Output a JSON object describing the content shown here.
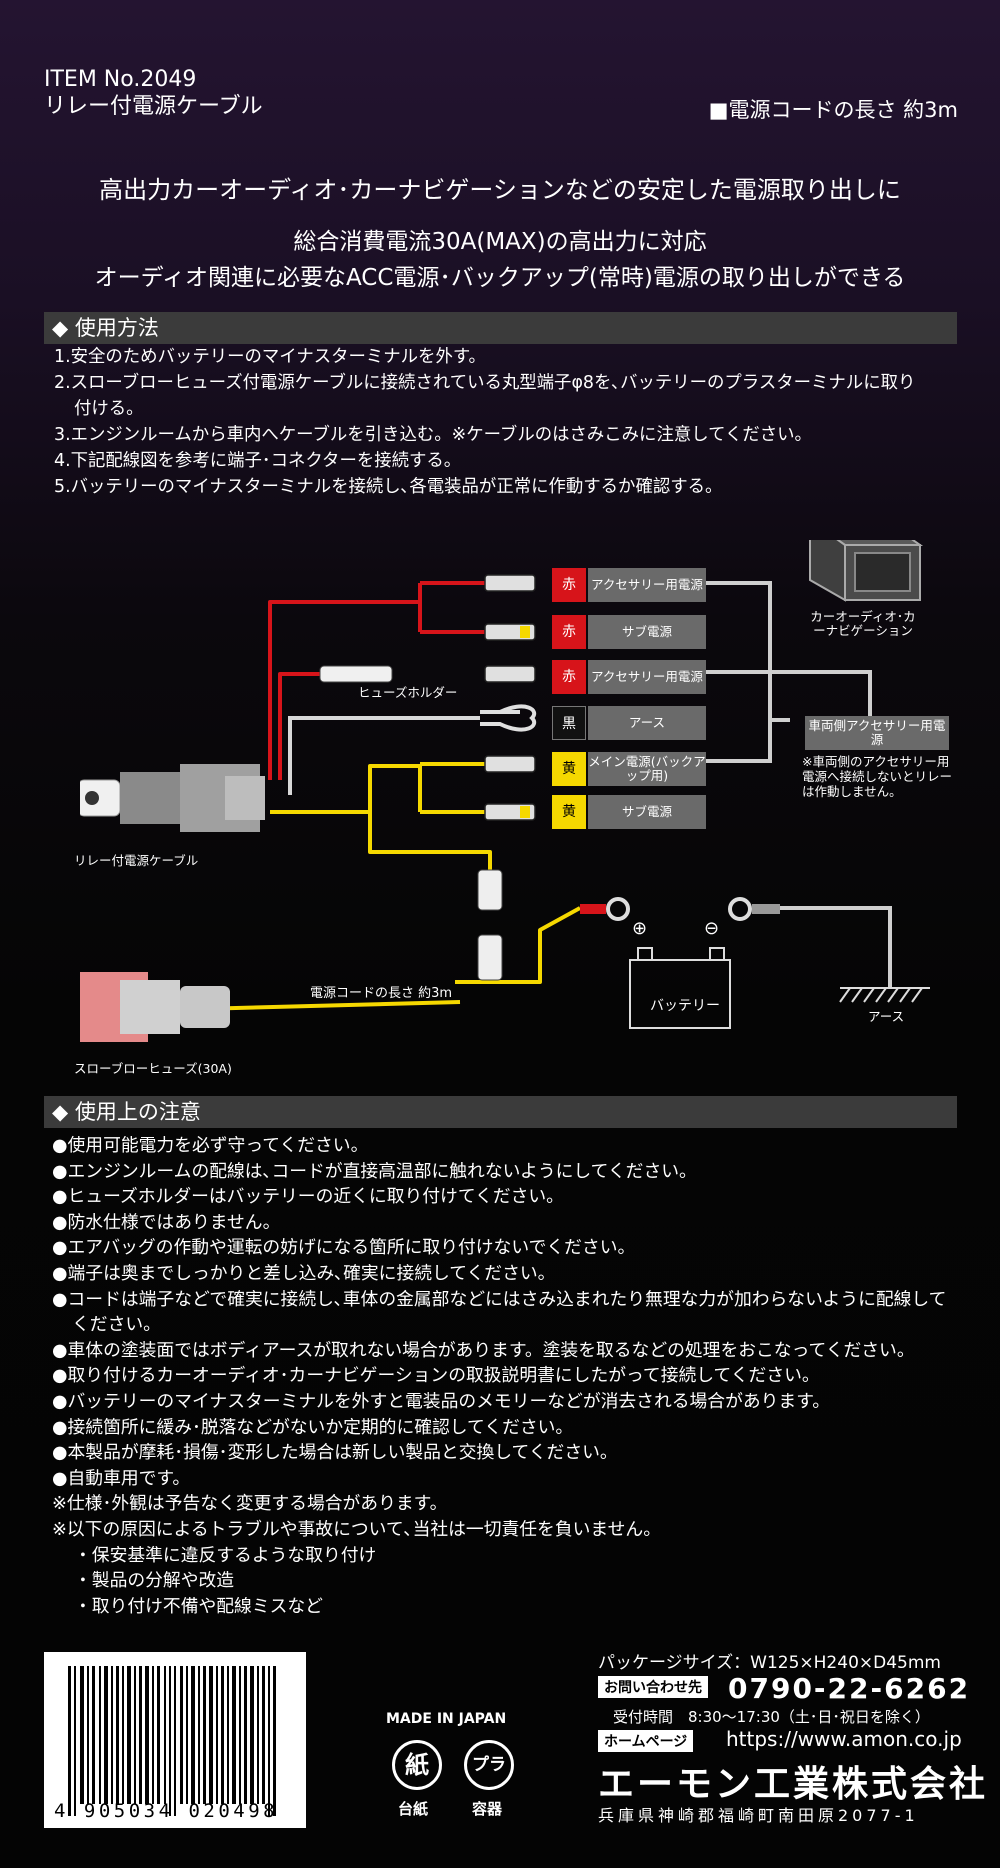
{
  "header": {
    "item_no": "ITEM No.2049",
    "product_name": "リレー付電源ケーブル",
    "cord_length": "■電源コードの長さ 約3m"
  },
  "headlines": {
    "line1": "高出力カーオーディオ･カーナビゲーションなどの安定した電源取り出しに",
    "line2": "総合消費電流30A(MAX)の高出力に対応",
    "line3": "オーディオ関連に必要なACC電源･バックアップ(常時)電源の取り出しができる"
  },
  "usage": {
    "title": "◆ 使用方法",
    "steps": [
      "1.安全のためバッテリーのマイナスターミナルを外す。",
      "2.スローブローヒューズ付電源ケーブルに接続されている丸型端子φ8を､バッテリーのプラスターミナルに取り",
      "付ける。",
      "3.エンジンルームから車内へケーブルを引き込む。※ケーブルのはさみこみに注意してください。",
      "4.下記配線図を参考に端子･コネクターを接続する。",
      "5.バッテリーのマイナスターミナルを接続し､各電装品が正常に作動するか確認する。"
    ]
  },
  "diagram": {
    "wires": [
      {
        "color_label": "赤",
        "color": "#d7141a",
        "desc": "アクセサリー用電源"
      },
      {
        "color_label": "赤",
        "color": "#d7141a",
        "desc": "サブ電源"
      },
      {
        "color_label": "赤",
        "color": "#d7141a",
        "desc": "アクセサリー用電源"
      },
      {
        "color_label": "黒",
        "color": "#111111",
        "desc": "アース"
      },
      {
        "color_label": "黄",
        "color": "#f5d800",
        "desc": "メイン電源(バックアップ用)"
      },
      {
        "color_label": "黄",
        "color": "#f5d800",
        "desc": "サブ電源"
      }
    ],
    "fuse_holder": "ヒューズホルダー",
    "relay_cable": "リレー付電源ケーブル",
    "car_audio": "カーオーディオ･カーナビゲーション",
    "vehicle_side": "車両側アクセサリー用電源",
    "vehicle_note": "※車両側のアクセサリー用電源へ接続しないとリレーは作動しません。",
    "cord_label": "電源コードの長さ 約3m",
    "battery": "バッテリー",
    "plus": "⊕",
    "minus": "⊖",
    "ground": "アース",
    "slow_blow_fuse": "スローブローヒューズ(30A)"
  },
  "cautions": {
    "title": "◆ 使用上の注意",
    "items": [
      "●使用可能電力を必ず守ってください。",
      "●エンジンルームの配線は､コードが直接高温部に触れないようにしてください。",
      "●ヒューズホルダーはバッテリーの近くに取り付けてください。",
      "●防水仕様ではありません。",
      "●エアバッグの作動や運転の妨げになる箇所に取り付けないでください。",
      "●端子は奥までしっかりと差し込み､確実に接続してください。",
      "●コードは端子などで確実に接続し､車体の金属部などにはさみ込まれたり無理な力が加わらないように配線して",
      "ください。",
      "●車体の塗装面ではボディアースが取れない場合があります。塗装を取るなどの処理をおこなってください。",
      "●取り付けるカーオーディオ･カーナビゲーションの取扱説明書にしたがって接続してください。",
      "●バッテリーのマイナスターミナルを外すと電装品のメモリーなどが消去される場合があります。",
      "●接続箇所に緩み･脱落などがないか定期的に確認してください。",
      "●本製品が摩耗･損傷･変形した場合は新しい製品と交換してください。",
      "●自動車用です。",
      "※仕様･外観は予告なく変更する場合があります。",
      "※以下の原因によるトラブルや事故について､当社は一切責任を負いません。",
      "・保安基準に違反するような取り付け",
      "・製品の分解や改造",
      "・取り付け不備や配線ミスなど"
    ]
  },
  "footer": {
    "barcode_number": "4 905034 020498",
    "made_in": "MADE IN JAPAN",
    "recycle_paper": "紙",
    "recycle_plastic": "プラ",
    "recycle_label_paper": "台紙",
    "recycle_label_plastic": "容器",
    "package_size": "パッケージサイズ：W125×H240×D45mm",
    "contact_label": "お問い合わせ先",
    "phone": "0790-22-6262",
    "hours": "受付時間　8:30〜17:30（土･日･祝日を除く）",
    "homepage_label": "ホームページ",
    "url": "https://www.amon.co.jp",
    "company": "エーモン工業株式会社",
    "address": "兵庫県神崎郡福崎町南田原2077-1"
  }
}
